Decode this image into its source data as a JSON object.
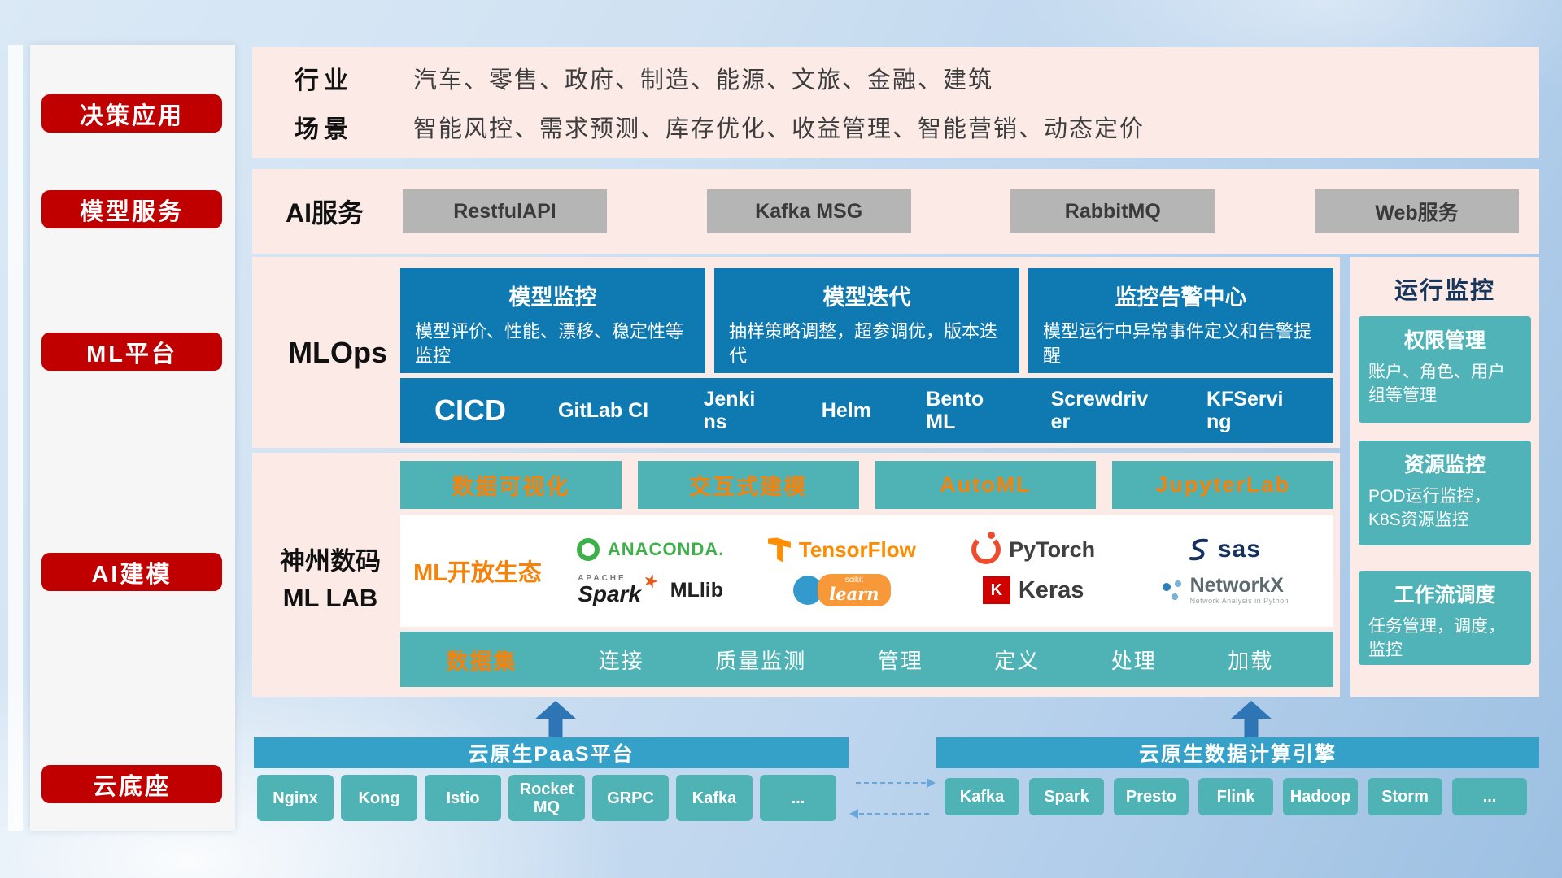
{
  "colors": {
    "sidebar_button_red": "#c00000",
    "panel_pink": "#fbeae6",
    "card_blue": "#0f7ab2",
    "teal": "#4fb3b5",
    "orange_accent": "#f5820a",
    "gray_button": "#b5b5b5",
    "cloud_header_blue": "#35a0c8",
    "arrow_blue": "#2e75b6",
    "monitor_title_navy": "#17365d"
  },
  "sidebar": {
    "items": [
      {
        "label": "决策应用"
      },
      {
        "label": "模型服务"
      },
      {
        "label": "ML平台"
      },
      {
        "label": "AI建模"
      },
      {
        "label": "云底座"
      }
    ]
  },
  "industry": {
    "rows": [
      {
        "label": "行业",
        "text": "汽车、零售、政府、制造、能源、文旅、金融、建筑"
      },
      {
        "label": "场景",
        "text": "智能风控、需求预测、库存优化、收益管理、智能营销、动态定价"
      }
    ]
  },
  "ai_services": {
    "label": "AI服务",
    "items": [
      "RestfulAPI",
      "Kafka MSG",
      "RabbitMQ",
      "Web服务"
    ]
  },
  "mlops": {
    "label": "MLOps",
    "cards": [
      {
        "title": "模型监控",
        "desc": "模型评价、性能、漂移、稳定性等监控"
      },
      {
        "title": "模型迭代",
        "desc": "抽样策略调整，超参调优，版本迭代"
      },
      {
        "title": "监控告警中心",
        "desc": "模型运行中异常事件定义和告警提醒"
      }
    ],
    "cicd": {
      "label": "CICD",
      "tools": [
        "GitLab CI",
        "Jenkins",
        "Helm",
        "BentoML",
        "Screwdriver",
        "KFServing"
      ]
    }
  },
  "monitoring": {
    "title": "运行监控",
    "cards": [
      {
        "title": "权限管理",
        "desc": "账户、角色、用户组等管理"
      },
      {
        "title": "资源监控",
        "desc": "POD运行监控，K8S资源监控"
      },
      {
        "title": "工作流调度",
        "desc": "任务管理，调度，监控"
      }
    ]
  },
  "mllab": {
    "name_line1": "神州数码",
    "name_line2": "ML LAB",
    "features": [
      "数据可视化",
      "交互式建模",
      "AutoML",
      "JupyterLab"
    ],
    "ecosystem": {
      "label": "ML开放生态",
      "logos": {
        "anaconda": {
          "text": "ANACONDA."
        },
        "tensorflow": {
          "text": "TensorFlow"
        },
        "pytorch": {
          "text": "PyTorch"
        },
        "sas": {
          "text": "sas"
        },
        "spark": {
          "apache": "APACHE",
          "text": "Spark",
          "suffix": "MLlib"
        },
        "scikit": {
          "top": "scikit",
          "text": "learn"
        },
        "keras": {
          "k": "K",
          "text": "Keras"
        },
        "networkx": {
          "text": "NetworkX",
          "sub": "Network Analysis in Python"
        }
      }
    },
    "dataset": {
      "label": "数据集",
      "items": [
        "连接",
        "质量监测",
        "管理",
        "定义",
        "处理",
        "加载"
      ]
    }
  },
  "cloud": {
    "paas": {
      "title": "云原生PaaS平台",
      "chips": [
        "Nginx",
        "Kong",
        "Istio",
        "RocketMQ",
        "GRPC",
        "Kafka",
        "..."
      ]
    },
    "engine": {
      "title": "云原生数据计算引擎",
      "chips": [
        "Kafka",
        "Spark",
        "Presto",
        "Flink",
        "Hadoop",
        "Storm",
        "..."
      ]
    }
  }
}
